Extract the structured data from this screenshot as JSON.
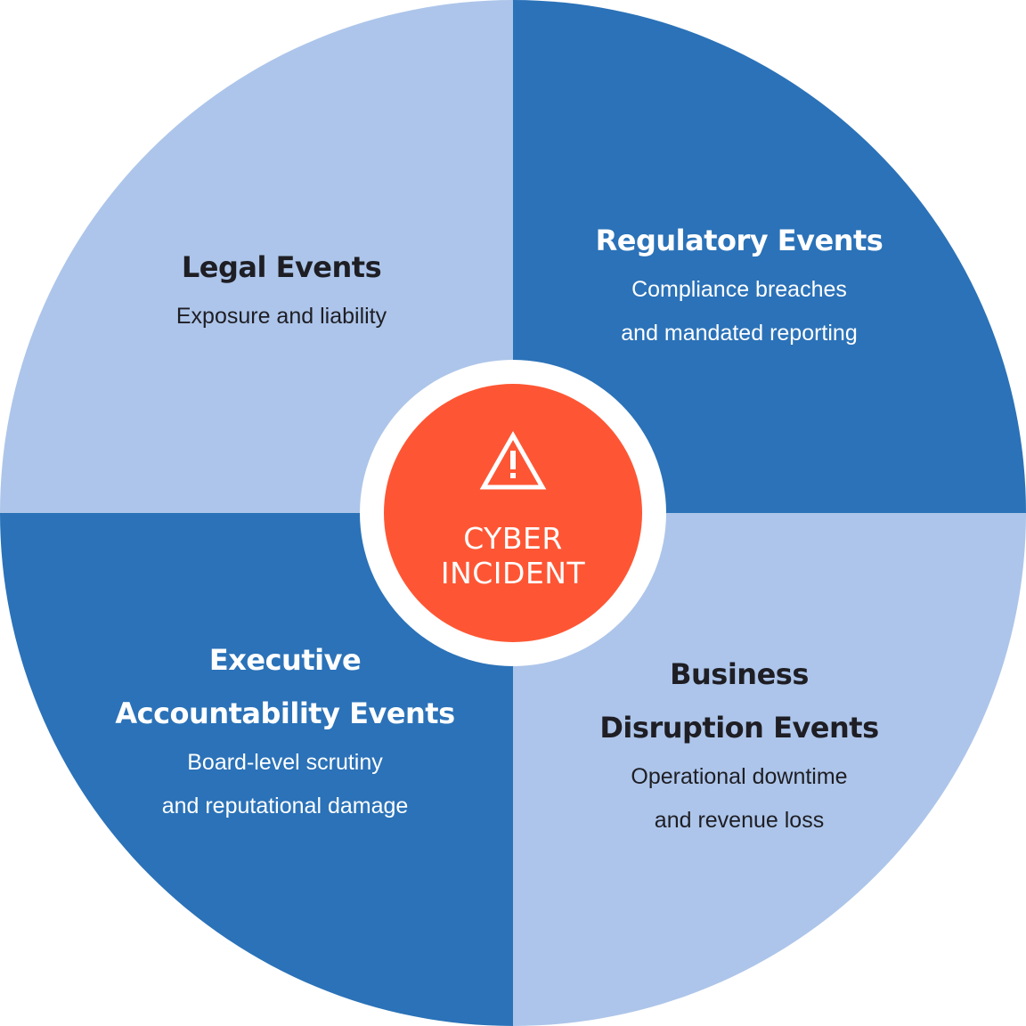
{
  "center": {
    "line1": "CYBER",
    "line2": "INCIDENT",
    "icon": "warning-triangle-icon",
    "color": "#fe5634"
  },
  "quadrants": [
    {
      "title_lines": [
        "Legal Events"
      ],
      "desc_lines": [
        "Exposure and liability"
      ],
      "color": "#adc5ea"
    },
    {
      "title_lines": [
        "Regulatory Events"
      ],
      "desc_lines": [
        "Compliance breaches",
        "and mandated reporting"
      ],
      "color": "#2b72b8"
    },
    {
      "title_lines": [
        "Executive",
        "Accountability Events"
      ],
      "desc_lines": [
        "Board-level scrutiny",
        "and reputational damage"
      ],
      "color": "#2b72b8"
    },
    {
      "title_lines": [
        "Business",
        "Disruption Events"
      ],
      "desc_lines": [
        "Operational downtime",
        "and revenue loss"
      ],
      "color": "#adc5ea"
    }
  ]
}
